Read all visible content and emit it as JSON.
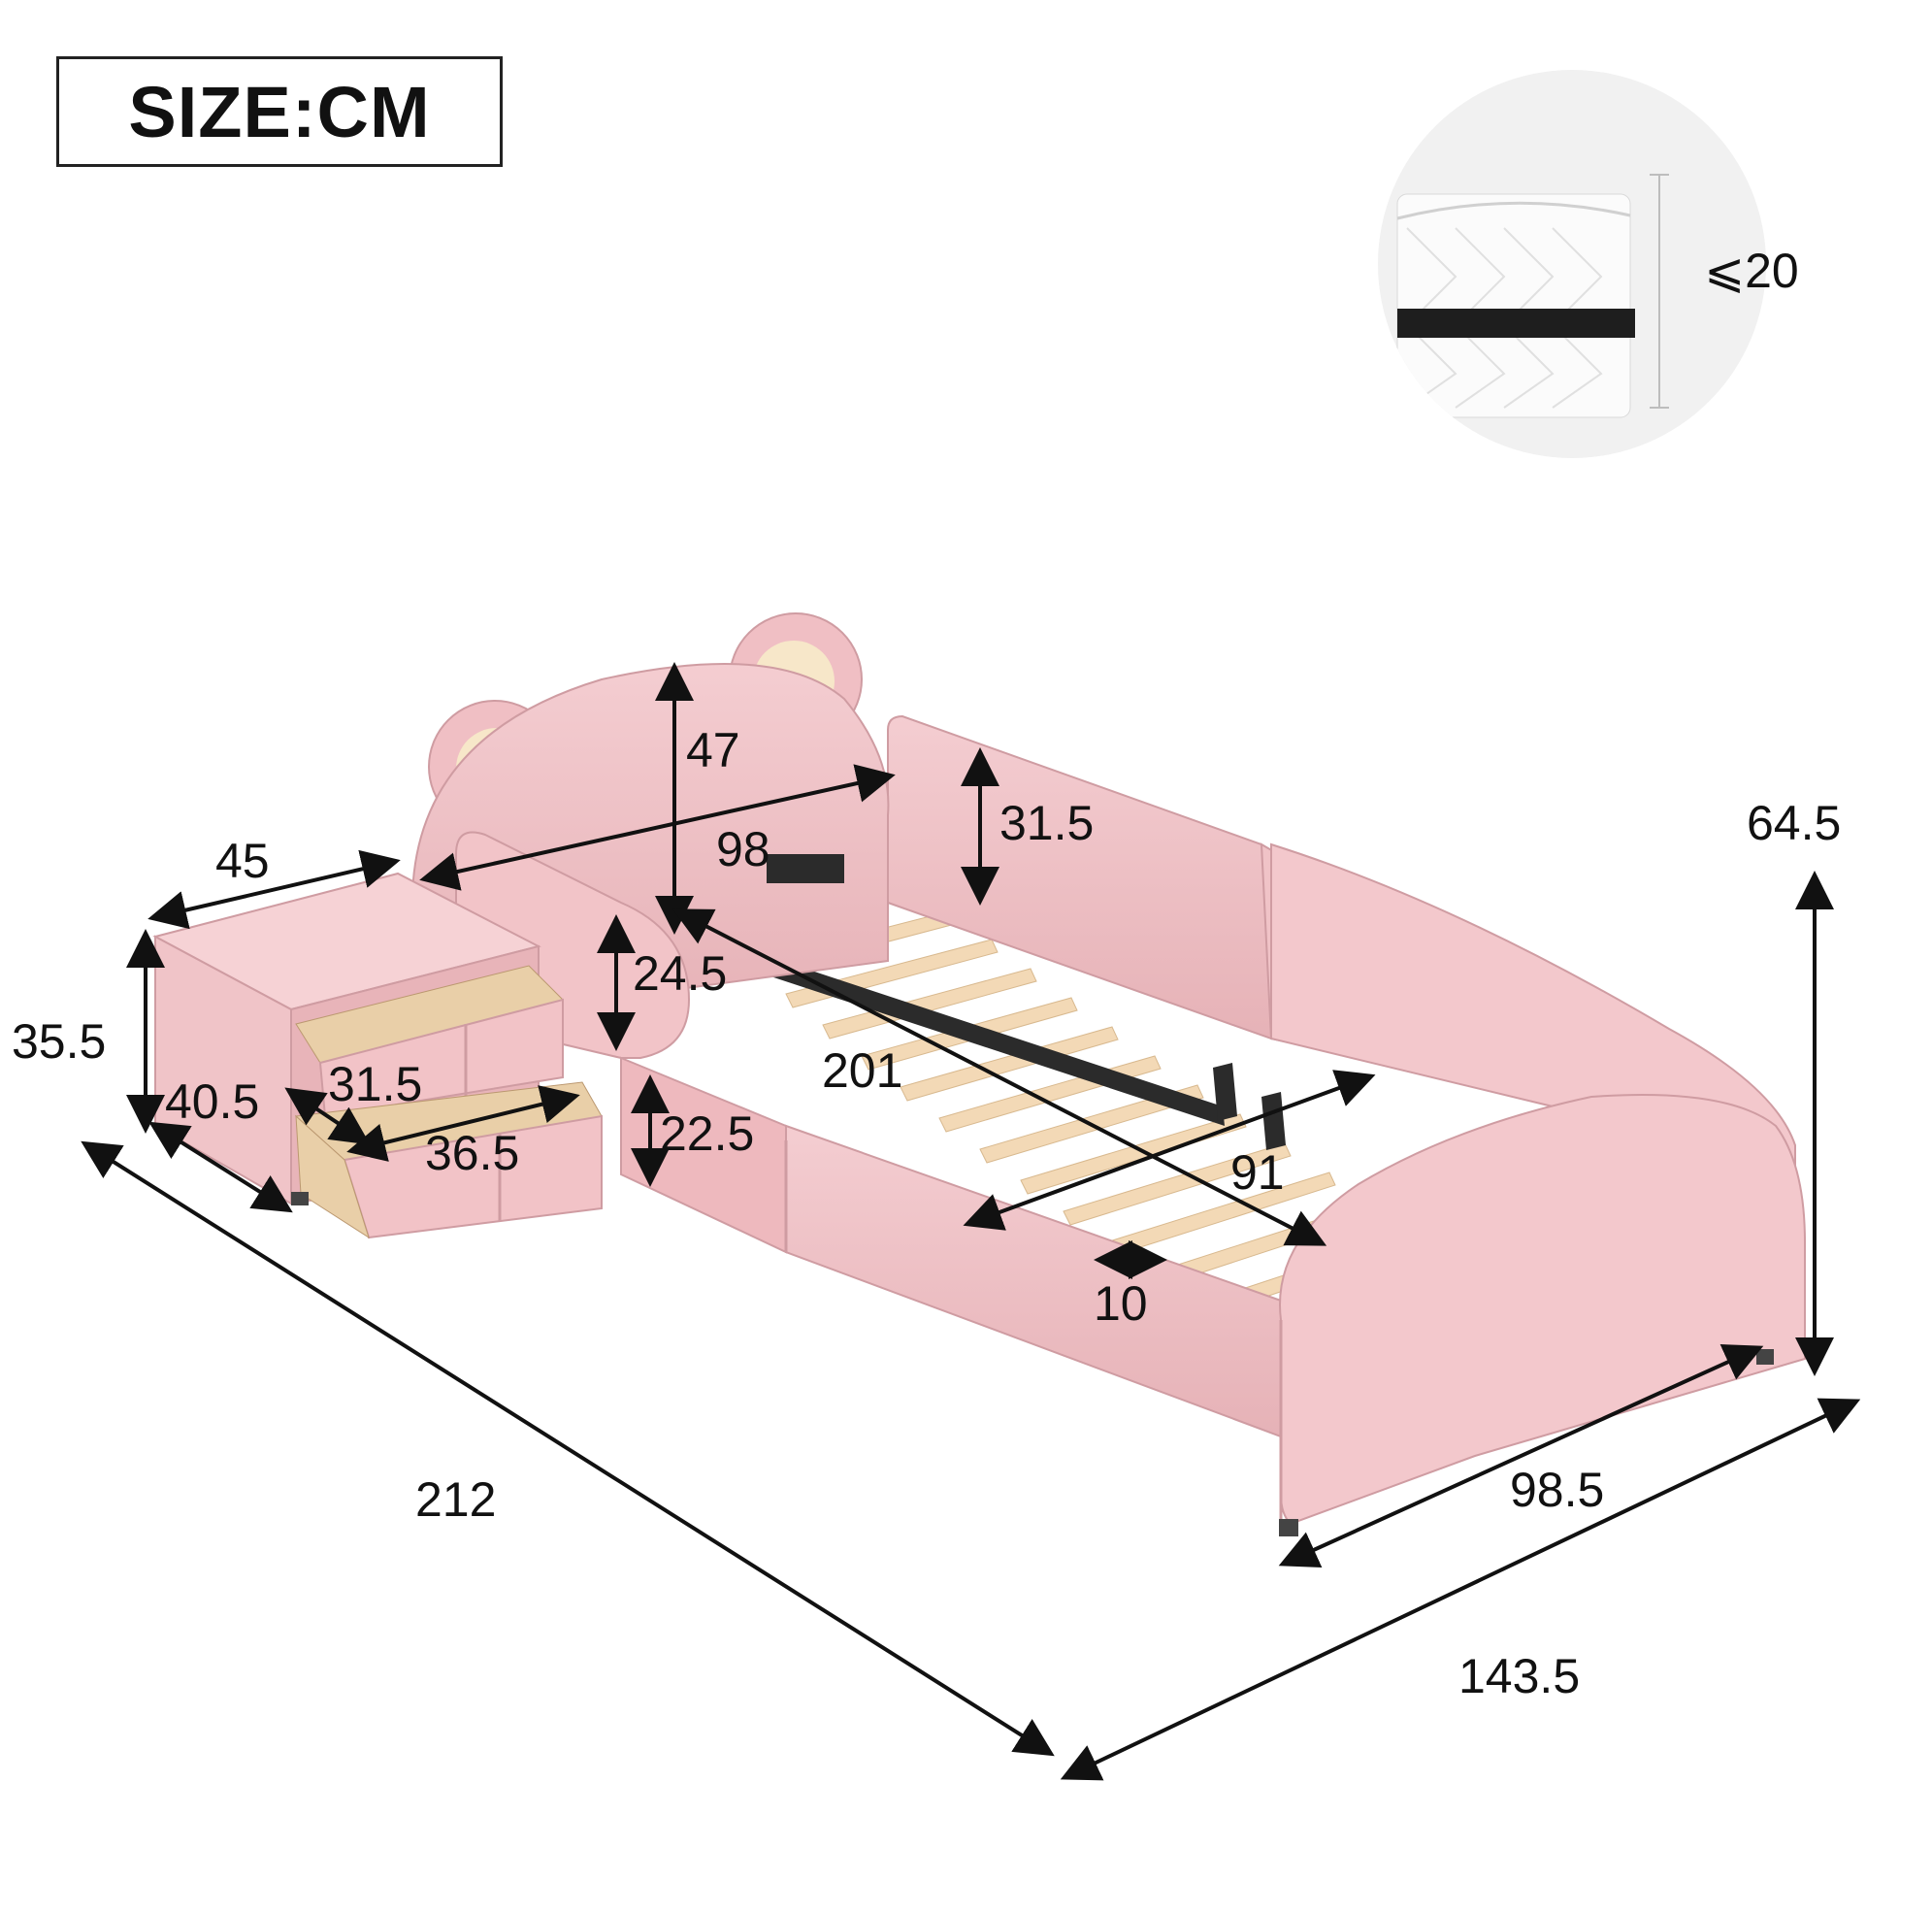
{
  "unit_label": "SIZE:CM",
  "mattress_note": "⩽20",
  "colors": {
    "upholstery": "#f1c4c8",
    "upholstery_shadow": "#e2aeb3",
    "slat": "#f3d9b6",
    "frame": "#2b2b2b",
    "drawer_inner": "#e9cfa8",
    "ear_inner": "#f7e7c9"
  },
  "dimensions": {
    "headboard_height": "47",
    "headboard_width": "98",
    "side_rail_height": "31.5",
    "overall_height": "64.5",
    "nightstand_width": "45",
    "nightstand_height": "35.5",
    "nightstand_depth": "40.5",
    "drawer_depth": "31.5",
    "drawer_width": "36.5",
    "side_guard_upper": "24.5",
    "side_guard_lower": "22.5",
    "inner_length": "201",
    "inner_width": "91",
    "slat_gap": "10",
    "overall_length": "212",
    "footboard_width": "98.5",
    "overall_width": "143.5"
  }
}
